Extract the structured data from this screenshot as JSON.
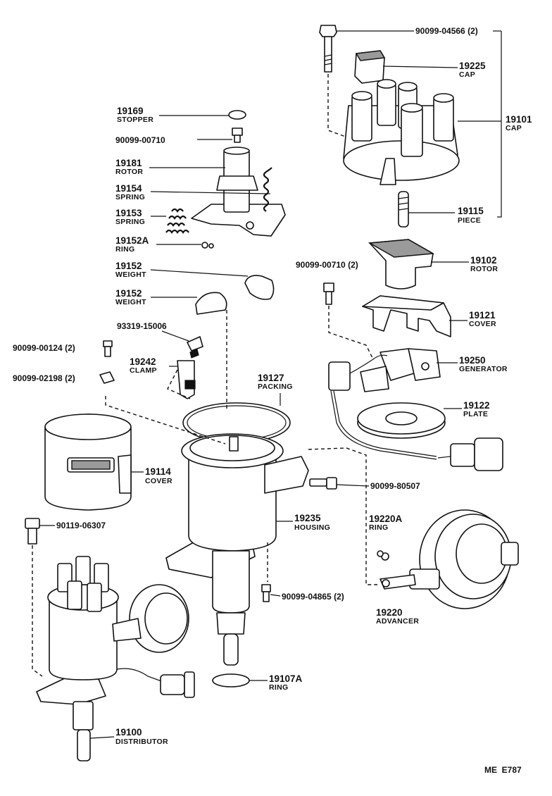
{
  "parts": [
    {
      "id": "p90099-04566",
      "number": "90099-04566 (2)",
      "name": ""
    },
    {
      "id": "p19225",
      "number": "19225",
      "name": "CAP"
    },
    {
      "id": "p19101",
      "number": "19101",
      "name": "CAP"
    },
    {
      "id": "p19115",
      "number": "19115",
      "name": "PIECE"
    },
    {
      "id": "p19169",
      "number": "19169",
      "name": "STOPPER"
    },
    {
      "id": "p90099-00710a",
      "number": "90099-00710",
      "name": ""
    },
    {
      "id": "p19181",
      "number": "19181",
      "name": "ROTOR"
    },
    {
      "id": "p19154",
      "number": "19154",
      "name": "SPRING"
    },
    {
      "id": "p19153",
      "number": "19153",
      "name": "SPRING"
    },
    {
      "id": "p19152A",
      "number": "19152A",
      "name": "RING"
    },
    {
      "id": "p19152a",
      "number": "19152",
      "name": "WEIGHT"
    },
    {
      "id": "p19152b",
      "number": "19152",
      "name": "WEIGHT"
    },
    {
      "id": "p90099-00710b",
      "number": "90099-00710 (2)",
      "name": ""
    },
    {
      "id": "p19102",
      "number": "19102",
      "name": "ROTOR"
    },
    {
      "id": "p19121",
      "number": "19121",
      "name": "COVER"
    },
    {
      "id": "p93319-15006",
      "number": "93319-15006",
      "name": ""
    },
    {
      "id": "p90099-00124",
      "number": "90099-00124 (2)",
      "name": ""
    },
    {
      "id": "p19242",
      "number": "19242",
      "name": "CLAMP"
    },
    {
      "id": "p19250",
      "number": "19250",
      "name": "GENERATOR"
    },
    {
      "id": "p90099-02198",
      "number": "90099-02198 (2)",
      "name": ""
    },
    {
      "id": "p19127",
      "number": "19127",
      "name": "PACKING"
    },
    {
      "id": "p19122",
      "number": "19122",
      "name": "PLATE"
    },
    {
      "id": "p19114",
      "number": "19114",
      "name": "COVER"
    },
    {
      "id": "p90099-80507",
      "number": "90099-80507",
      "name": ""
    },
    {
      "id": "p90119-06307",
      "number": "90119-06307",
      "name": ""
    },
    {
      "id": "p19235",
      "number": "19235",
      "name": "HOUSING"
    },
    {
      "id": "p19220A",
      "number": "19220A",
      "name": "RING"
    },
    {
      "id": "p90099-04865",
      "number": "90099-04865 (2)",
      "name": ""
    },
    {
      "id": "p19220",
      "number": "19220",
      "name": "ADVANCER"
    },
    {
      "id": "p19107A",
      "number": "19107A",
      "name": "RING"
    },
    {
      "id": "p19100",
      "number": "19100",
      "name": "DISTRIBUTOR"
    }
  ],
  "footer": {
    "reference": "ME  E787"
  }
}
